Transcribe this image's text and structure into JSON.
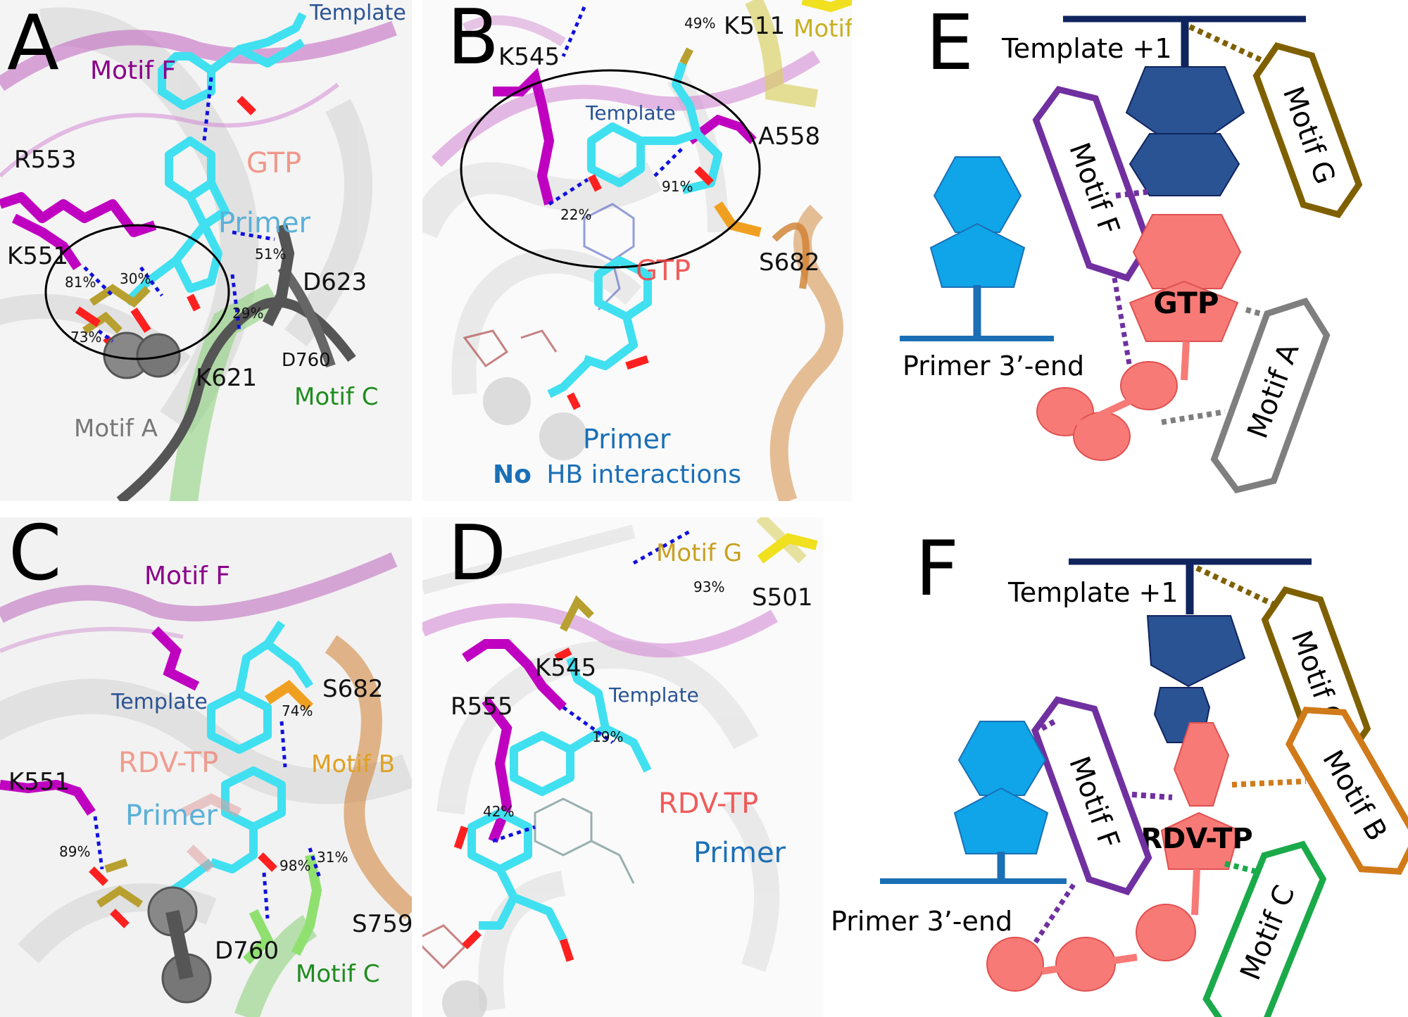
{
  "panels": {
    "A": {
      "letter": "A",
      "labels": {
        "template": "Template",
        "motif_f": "Motif F",
        "r553": "R553",
        "gtp": "GTP",
        "primer": "Primer",
        "k551": "K551",
        "d623": "D623",
        "d760": "D760",
        "k621": "K621",
        "motif_c": "Motif C",
        "motif_a": "Motif A"
      },
      "percents": {
        "p81": "81%",
        "p30": "30%",
        "p73": "73%",
        "p51": "51%",
        "p29": "29%"
      }
    },
    "B": {
      "letter": "B",
      "labels": {
        "k545": "K545",
        "k511": "K511",
        "motif_g": "Motif G",
        "template": "Template",
        "a558": "A558",
        "gtp": "GTP",
        "s682": "S682",
        "primer": "Primer",
        "no": "No",
        "hb": "HB interactions"
      },
      "percents": {
        "p49": "49%",
        "p22": "22%",
        "p91": "91%"
      }
    },
    "C": {
      "letter": "C",
      "labels": {
        "motif_f": "Motif F",
        "template": "Template",
        "s682": "S682",
        "rdvtp": "RDV-TP",
        "motif_b": "Motif B",
        "k551": "K551",
        "primer": "Primer",
        "s759": "S759",
        "d760": "D760",
        "motif_c": "Motif C"
      },
      "percents": {
        "p74": "74%",
        "p89": "89%",
        "p98": "98%",
        "p31": "31%"
      }
    },
    "D": {
      "letter": "D",
      "labels": {
        "motif_g": "Motif G",
        "s501": "S501",
        "k545": "K545",
        "r555": "R555",
        "template": "Template",
        "rdvtp": "RDV-TP",
        "primer": "Primer"
      },
      "percents": {
        "p93": "93%",
        "p19": "19%",
        "p42": "42%"
      }
    },
    "E": {
      "letter": "E",
      "labels": {
        "template_plus1": "Template +1",
        "motif_g": "Motif G",
        "motif_f": "Motif F",
        "gtp": "GTP",
        "motif_a": "Motif A",
        "primer_end": "Primer 3’-end"
      }
    },
    "F": {
      "letter": "F",
      "labels": {
        "template_plus1": "Template +1",
        "motif_g": "Motif G",
        "motif_f": "Motif F",
        "motif_b": "Motif B",
        "rdvtp": "RDV-TP",
        "motif_c": "Motif C",
        "primer_end": "Primer 3’-end"
      }
    }
  },
  "colors": {
    "template_navy": "#10245e",
    "template_base": "#2a5394",
    "primer_blue": "#0fa5e8",
    "primer_line": "#1b6fb5",
    "nucleotide_salmon": "#f77a76",
    "motif_f_purple": "#7030a0",
    "motif_g_brown": "#7f6000",
    "motif_a_gray": "#7f7f7f",
    "motif_b_orange": "#d07a1a",
    "motif_c_green": "#1aaa4a",
    "hbond_blue": "#1010e0",
    "magenta": "#c000c0",
    "cyan": "#40e0f0"
  }
}
